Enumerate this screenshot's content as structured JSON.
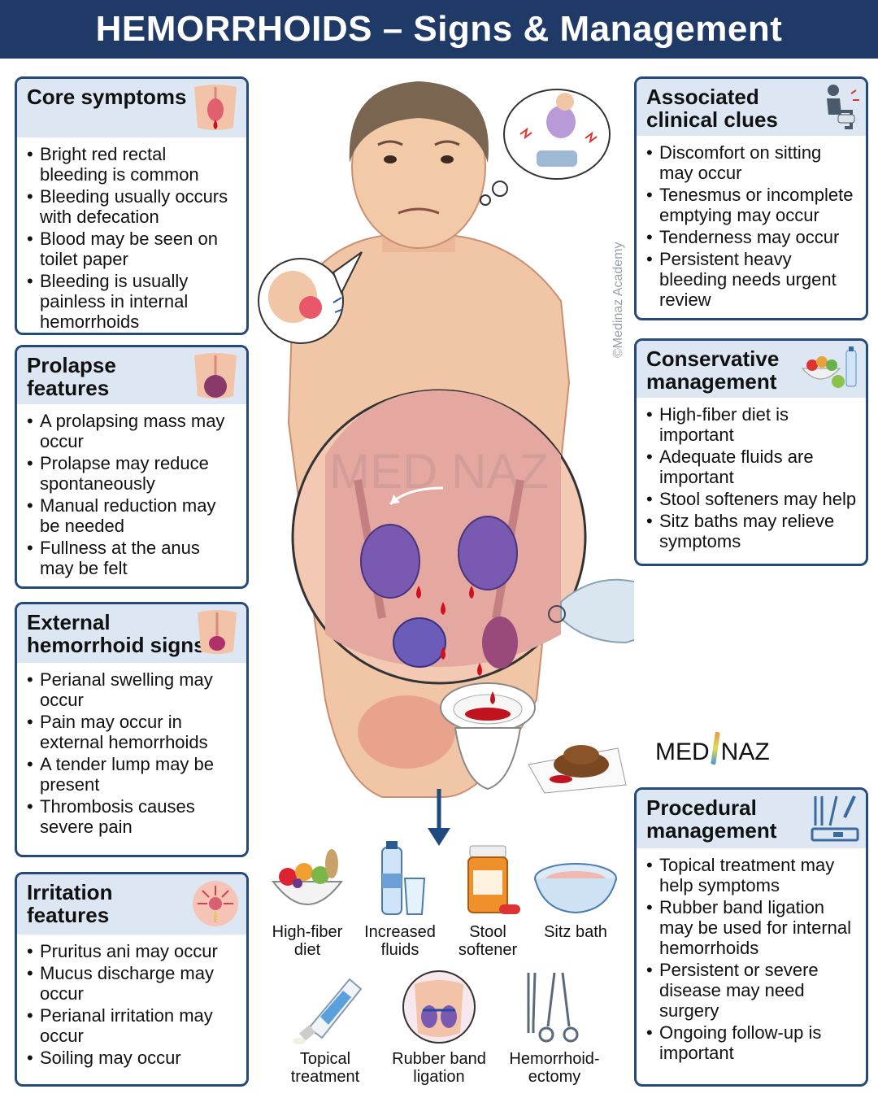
{
  "title": "HEMORRHOIDS – Signs & Management",
  "watermark": "©Medinaz Academy",
  "brand": {
    "left": "MED",
    "right": "NAZ"
  },
  "center_watermark": "MED NAZ",
  "left_panels": [
    {
      "title": "Core symptoms",
      "icon": "anus-bleeding-icon",
      "items": [
        "Bright red rectal bleeding is common",
        "Bleeding usually occurs with defecation",
        "Blood may be seen on toilet paper",
        "Bleeding is usually painless in internal hemorrhoids"
      ]
    },
    {
      "title": "Prolapse features",
      "icon": "prolapse-icon",
      "items": [
        "A prolapsing mass may occur",
        "Prolapse may reduce spontaneously",
        "Manual reduction may be needed",
        "Fullness at the anus may be felt"
      ]
    },
    {
      "title": "External hemorrhoid signs",
      "icon": "external-hemorrhoid-icon",
      "items": [
        "Perianal swelling may occur",
        "Pain may occur in external hemorrhoids",
        "A tender lump may be present",
        "Thrombosis causes severe pain"
      ]
    },
    {
      "title": "Irritation features",
      "icon": "irritation-icon",
      "items": [
        "Pruritus ani may occur",
        "Mucus discharge may occur",
        "Perianal irritation may occur",
        "Soiling may occur"
      ]
    }
  ],
  "right_panels": [
    {
      "title": "Associated clinical clues",
      "icon": "toilet-person-icon",
      "items": [
        "Discomfort on sitting may occur",
        "Tenesmus or incomplete emptying may occur",
        "Tenderness may occur",
        "Persistent heavy bleeding needs urgent review"
      ]
    },
    {
      "title": "Conservative management",
      "icon": "fruit-bowl-icon",
      "items": [
        "High-fiber diet is important",
        "Adequate fluids are important",
        "Stool softeners may help",
        "Sitz baths may relieve symptoms"
      ]
    },
    {
      "title": "Procedural management",
      "icon": "surgical-tools-icon",
      "items": [
        "Topical treatment may help symptoms",
        "Rubber band ligation may be used for internal hemorrhoids",
        "Persistent or severe disease may need surgery",
        "Ongoing follow-up is important"
      ]
    }
  ],
  "treatments": [
    {
      "label": "High-fiber diet",
      "icon": "fiber-bowl-icon"
    },
    {
      "label": "Increased fluids",
      "icon": "water-bottle-icon"
    },
    {
      "label": "Stool softener",
      "icon": "pill-bottle-icon"
    },
    {
      "label": "Sitz bath",
      "icon": "sitz-basin-icon"
    },
    {
      "label": "Topical treatment",
      "icon": "ointment-tube-icon"
    },
    {
      "label": "Rubber band ligation",
      "icon": "band-ligation-icon"
    },
    {
      "label": "Hemorrhoid-ectomy",
      "icon": "forceps-icon"
    }
  ]
}
